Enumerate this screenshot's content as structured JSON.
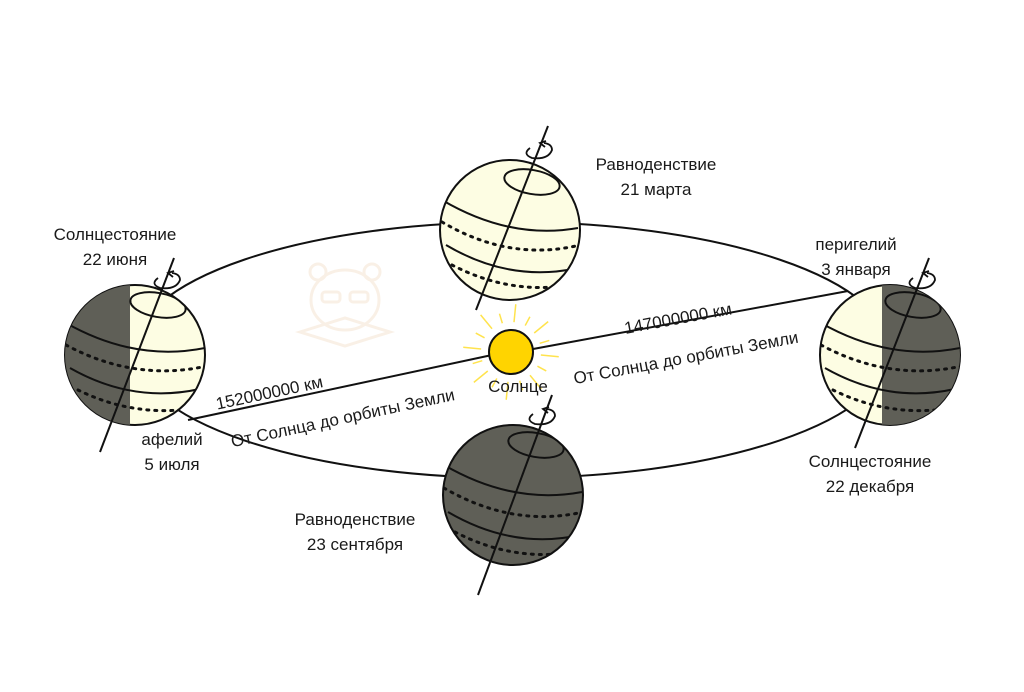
{
  "colors": {
    "day": "#fdfde3",
    "night": "#5f5f57",
    "sun": "#ffd400",
    "sun_stroke": "#c9a400",
    "ray": "#ffe34d",
    "line": "#111111"
  },
  "labels": {
    "spring": {
      "title": "Равноденствие",
      "date": "21 марта"
    },
    "summer": {
      "title": "Солнцестояние",
      "date": "22 июня"
    },
    "perihelion": {
      "title": "перигелий",
      "date": "3 января"
    },
    "winter": {
      "title": "Солнцестояние",
      "date": "22 декабря"
    },
    "aphelion": {
      "title": "афелий",
      "date": "5 июля"
    },
    "autumn": {
      "title": "Равноденствие",
      "date": "23 сентября"
    },
    "sun": "Солнце",
    "dist_left": {
      "value": "152000000 км",
      "caption": "От Солнца до орбиты Земли"
    },
    "dist_right": {
      "value": "147000000 км",
      "caption": "От Солнца до орбиты Земли"
    }
  }
}
